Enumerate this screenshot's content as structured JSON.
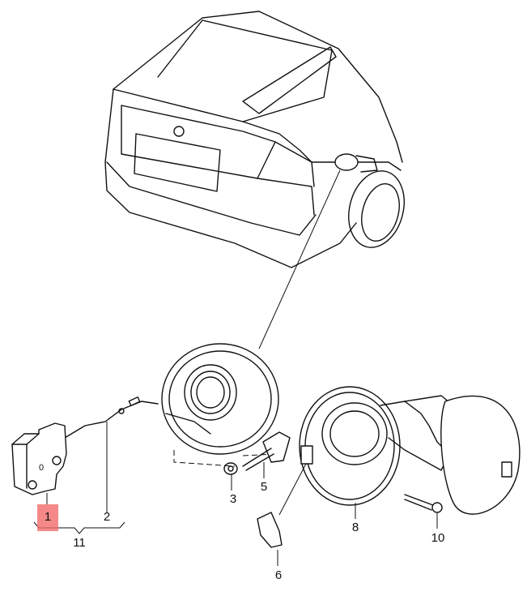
{
  "diagram": {
    "type": "exploded parts diagram",
    "highlight_color": "#f26b6b",
    "callouts": [
      {
        "id": "1",
        "label": "1",
        "highlighted": true
      },
      {
        "id": "2",
        "label": "2"
      },
      {
        "id": "3",
        "label": "3"
      },
      {
        "id": "5",
        "label": "5"
      },
      {
        "id": "6",
        "label": "6"
      },
      {
        "id": "8",
        "label": "8"
      },
      {
        "id": "10",
        "label": "10"
      },
      {
        "id": "11",
        "label": "11"
      }
    ]
  }
}
